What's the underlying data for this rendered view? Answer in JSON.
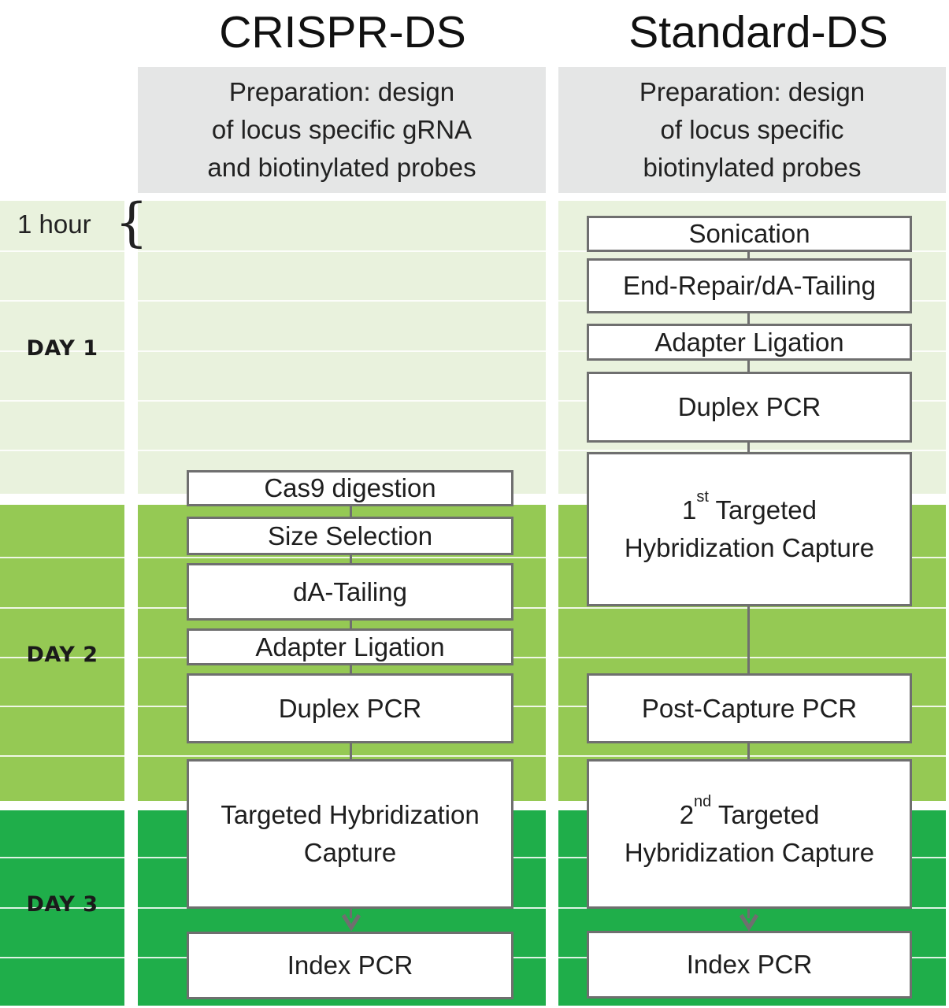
{
  "columns": {
    "crispr": {
      "title": "CRISPR-DS",
      "prep_lines": [
        "Preparation: design",
        "of locus specific gRNA",
        "and biotinylated probes"
      ],
      "steps": {
        "cas9": "Cas9 digestion",
        "size_selection": "Size Selection",
        "da_tailing": "dA-Tailing",
        "adapter_ligation": "Adapter Ligation",
        "duplex_pcr": "Duplex PCR",
        "capture_line1": "Targeted Hybridization",
        "capture_line2": "Capture",
        "index_pcr": "Index PCR"
      }
    },
    "standard": {
      "title": "Standard-DS",
      "prep_lines": [
        "Preparation: design",
        "of locus specific",
        "biotinylated probes"
      ],
      "steps": {
        "sonication": "Sonication",
        "end_repair": "End-Repair/dA-Tailing",
        "adapter_ligation": "Adapter Ligation",
        "duplex_pcr": "Duplex PCR",
        "capture1_num": "1",
        "capture1_sup": "st",
        "capture1_word": " Targeted",
        "capture1_line2": "Hybridization Capture",
        "post_capture_pcr": "Post-Capture PCR",
        "capture2_num": "2",
        "capture2_sup": "nd",
        "capture2_word": " Targeted",
        "capture2_line2": "Hybridization Capture",
        "index_pcr": "Index PCR"
      }
    }
  },
  "timeline": {
    "hour_label": "1 hour",
    "day1": "DAY 1",
    "day2": "DAY 2",
    "day3": "DAY 3"
  },
  "colors": {
    "day1": "#e9f2dd",
    "day2": "#95c954",
    "day3": "#1fae4a",
    "prep": "#e5e6e6",
    "box_border": "#6f6f6f"
  }
}
